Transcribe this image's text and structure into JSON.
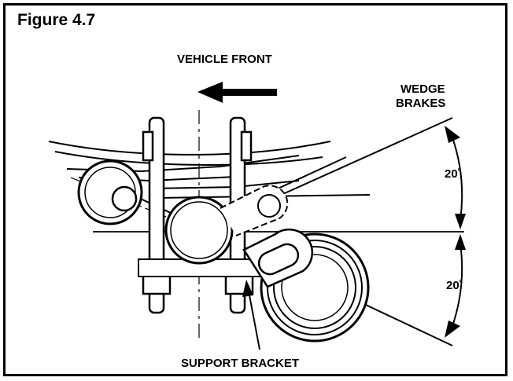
{
  "figure": {
    "title": "Figure 4.7"
  },
  "labels": {
    "vehicle_front": "VEHICLE FRONT",
    "wedge_brakes_line1": "WEDGE",
    "wedge_brakes_line2": "BRAKES",
    "support_bracket": "SUPPORT BRACKET",
    "angle_upper": "20˚",
    "angle_lower": "20˚"
  },
  "icons": {
    "direction": "arrow-left-icon"
  },
  "colors": {
    "ink": "#000000",
    "paper": "#ffffff"
  }
}
